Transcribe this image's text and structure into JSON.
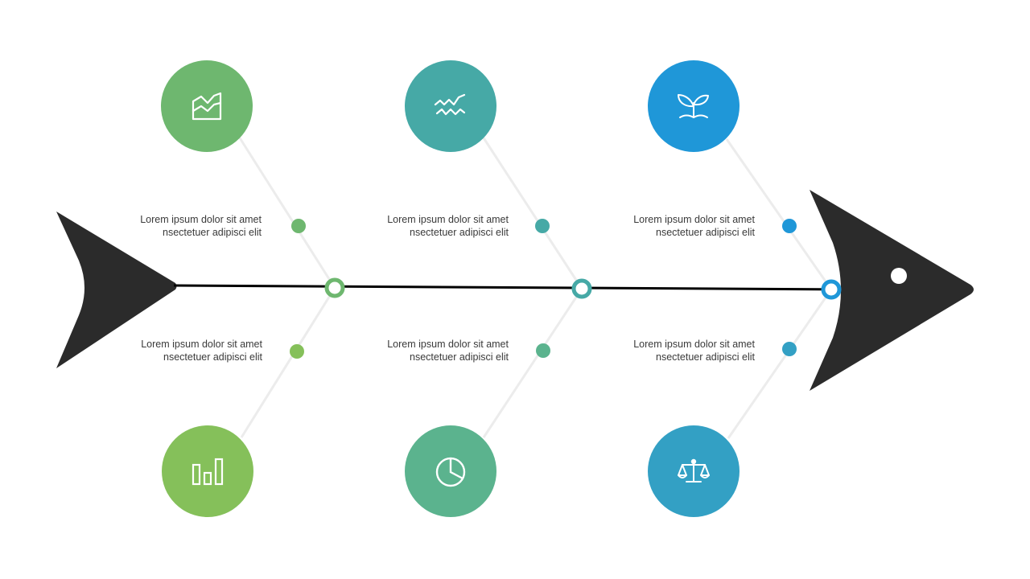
{
  "colors": {
    "background": "#ffffff",
    "fish": "#2b2b2b",
    "spine": "#000000",
    "bone": "#ececec",
    "text": "#3a3a3a"
  },
  "branches": [
    {
      "top": {
        "color": "#6eb76f",
        "icon": "area-chart-icon"
      },
      "bottom": {
        "color": "#85c05a",
        "icon": "bar-chart-icon"
      },
      "joint_color": "#6eb76f",
      "top_dot_color": "#6eb76f",
      "bottom_dot_color": "#85c05a",
      "top_label": {
        "line1": "Lorem ipsum  dolor sit amet",
        "line2": "nsectetuer  adipisci elit"
      },
      "bottom_label": {
        "line1": "Lorem ipsum  dolor sit amet",
        "line2": "nsectetuer  adipisci elit"
      }
    },
    {
      "top": {
        "color": "#46a9a6",
        "icon": "zigzag-trend-icon"
      },
      "bottom": {
        "color": "#5bb38e",
        "icon": "pie-chart-icon"
      },
      "joint_color": "#46a9a6",
      "top_dot_color": "#46a9a6",
      "bottom_dot_color": "#5bb38e",
      "top_label": {
        "line1": "Lorem ipsum  dolor sit amet",
        "line2": "nsectetuer  adipisci elit"
      },
      "bottom_label": {
        "line1": "Lorem ipsum  dolor sit amet",
        "line2": "nsectetuer  adipisci elit"
      }
    },
    {
      "top": {
        "color": "#1f97d8",
        "icon": "sprout-icon"
      },
      "bottom": {
        "color": "#33a0c4",
        "icon": "balance-scale-icon"
      },
      "joint_color": "#1f97d8",
      "top_dot_color": "#1f97d8",
      "bottom_dot_color": "#33a0c4",
      "top_label": {
        "line1": "Lorem ipsum  dolor sit amet",
        "line2": "nsectetuer  adipisci elit"
      },
      "bottom_label": {
        "line1": "Lorem ipsum  dolor sit amet",
        "line2": "nsectetuer  adipisci elit"
      }
    }
  ]
}
